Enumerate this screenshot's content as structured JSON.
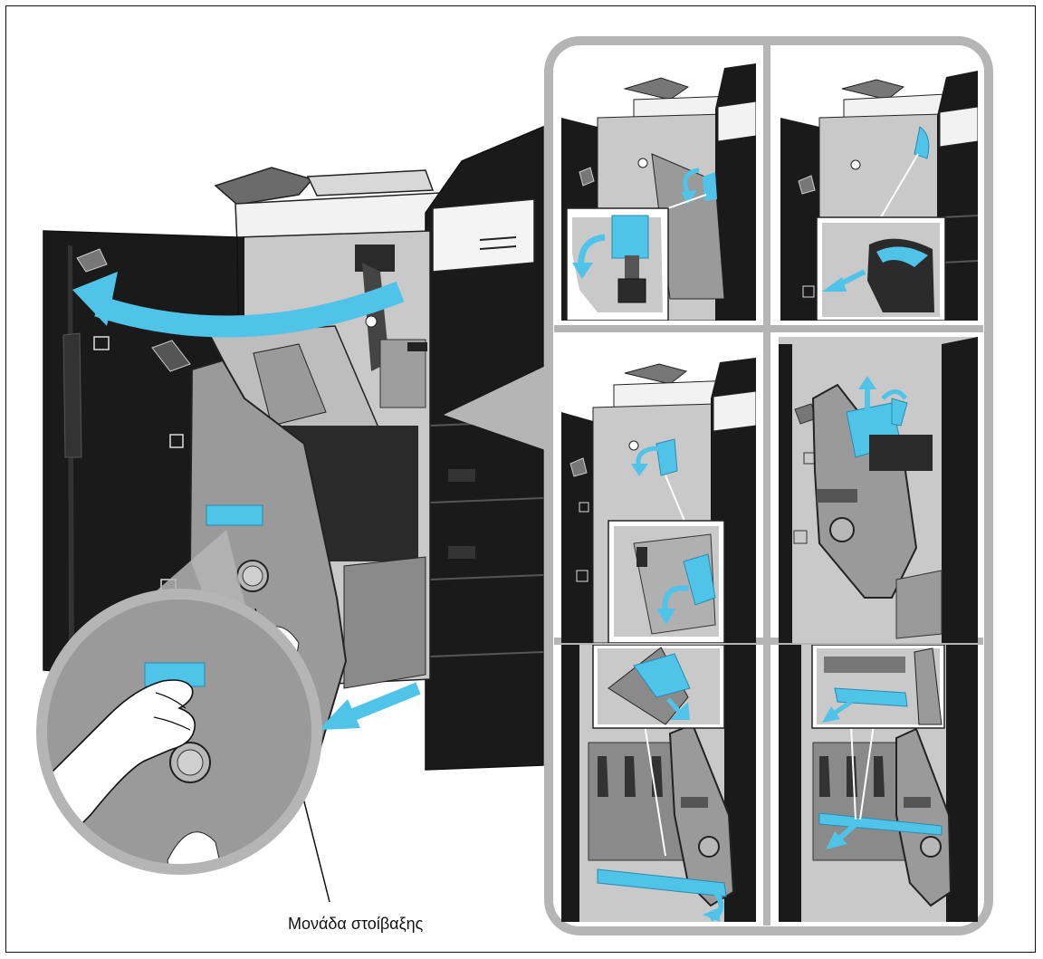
{
  "figure": {
    "label_text": "Μονάδα στοίβαξης",
    "colors": {
      "accent": "#4fc3e8",
      "machine_black": "#1a1a1a",
      "panel_gray": "#9a9a9a",
      "interior_gray": "#c9c9c9",
      "frame_gray": "#b5b5b5"
    },
    "steps": [
      "step-1",
      "step-2",
      "step-3",
      "step-4",
      "step-5",
      "step-6"
    ]
  }
}
